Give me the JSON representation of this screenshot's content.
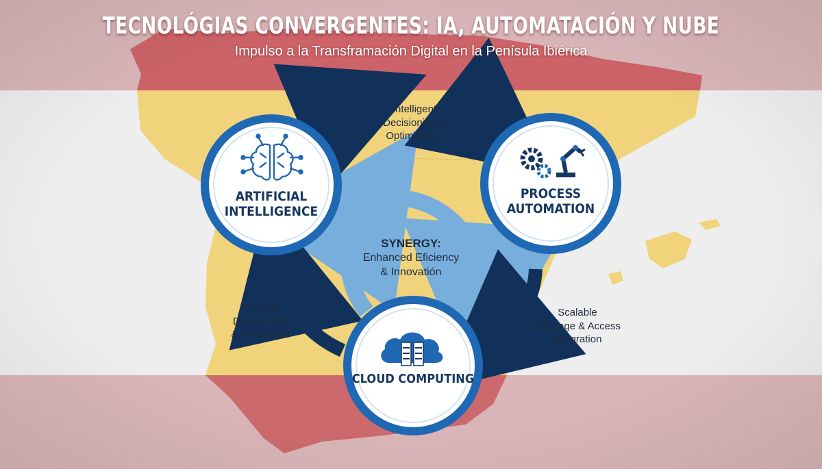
{
  "header": {
    "title": "TECNOLÓGIAS CONVERGENTES: IA, AUTOMATACIÓN Y NUBE",
    "subtitle": "Impulso a la Transframación Digital en la Penísula Ibiérica"
  },
  "nodes": {
    "ai": {
      "line1": "ARTIFICIAL",
      "line2": "INTELLIGENCE",
      "icon": "brain-circuit-icon"
    },
    "automation": {
      "line1": "PROCESS",
      "line2": "AUTOMATION",
      "icon": "gears-robot-arm-icon"
    },
    "cloud": {
      "line1": "CLOUD COMPUTING",
      "icon": "cloud-server-icon"
    }
  },
  "flows": {
    "ai_to_automation": {
      "line1": "Intelligent",
      "line2": "Decisioning &",
      "line3": "Optimization"
    },
    "automation_to_cloud": {
      "line1": "Scalable",
      "line2": "Infrorage & Access",
      "line3": "Integration"
    },
    "cloud_to_ai": {
      "line1": "Platform",
      "line2": "Deployment",
      "line3": "& Integration"
    }
  },
  "center": {
    "head": "SYNERGY:",
    "line1": "Enhanced Eficiency",
    "line2": "& Innovatión"
  },
  "colors": {
    "flag_red": "#c9585c",
    "flag_yellow": "#f0cf6e",
    "flag_white": "#f1f1f1",
    "node_blue": "#1f68b3",
    "arrow_navy": "#12315a",
    "arrow_light": "#78aedb",
    "text_dark": "#17375f"
  }
}
